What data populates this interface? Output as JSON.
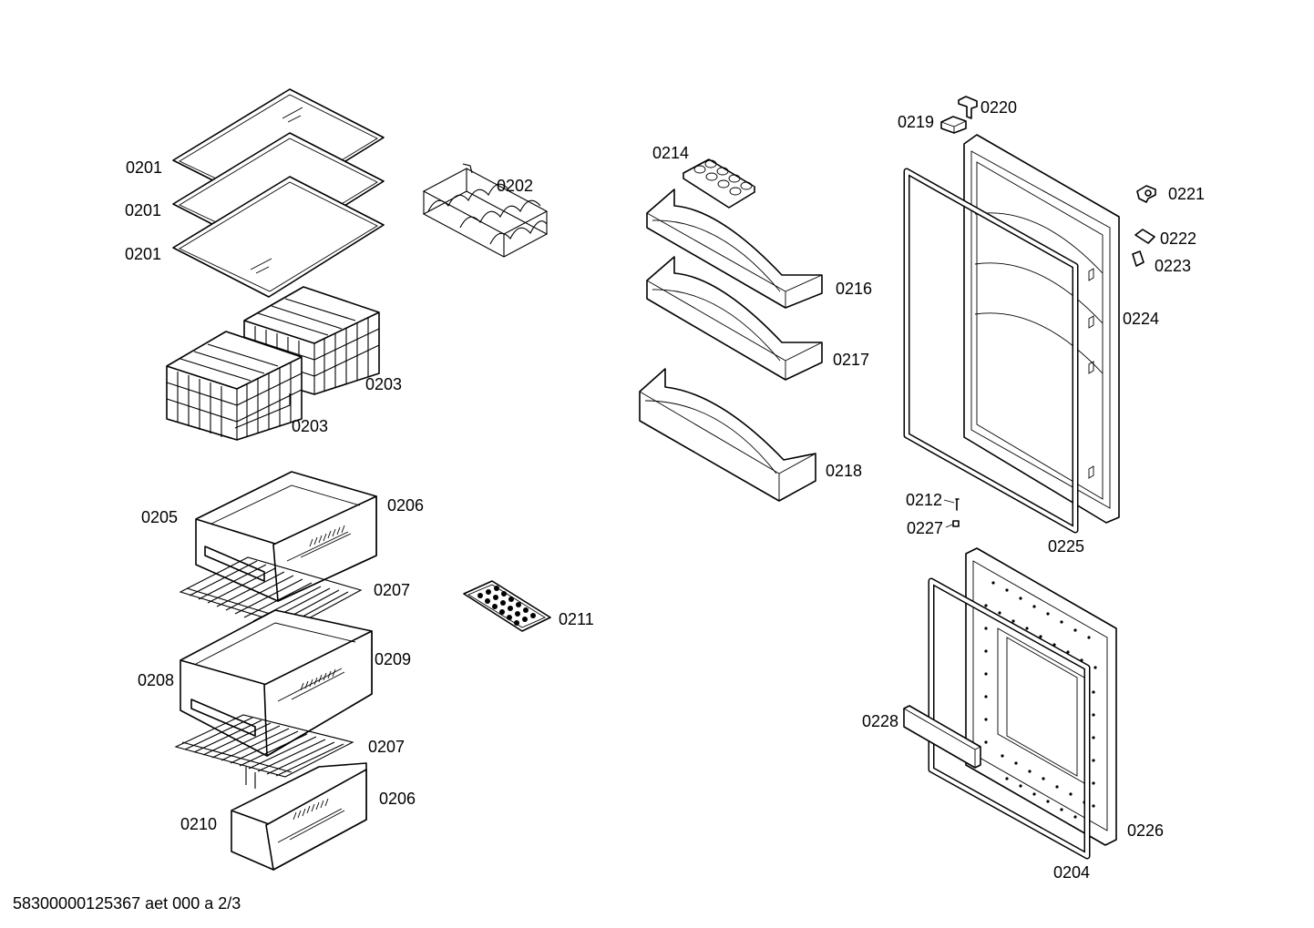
{
  "footer": "58300000125367 aet 000 a 2/3",
  "labels": {
    "l0201a": "0201",
    "l0201b": "0201",
    "l0201c": "0201",
    "l0202": "0202",
    "l0203a": "0203",
    "l0203b": "0203",
    "l0205": "0205",
    "l0206a": "0206",
    "l0207a": "0207",
    "l0208": "0208",
    "l0209": "0209",
    "l0207b": "0207",
    "l0206b": "0206",
    "l0210": "0210",
    "l0211": "0211",
    "l0214": "0214",
    "l0216": "0216",
    "l0217": "0217",
    "l0218": "0218",
    "l0219": "0219",
    "l0220": "0220",
    "l0221": "0221",
    "l0222": "0222",
    "l0223": "0223",
    "l0224": "0224",
    "l0212": "0212",
    "l0227": "0227",
    "l0225": "0225",
    "l0228": "0228",
    "l0226": "0226",
    "l0204": "0204"
  }
}
